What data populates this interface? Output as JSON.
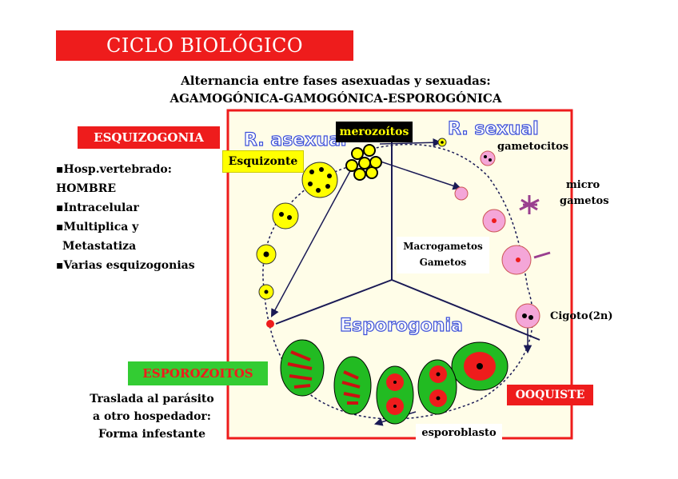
{
  "title": "CICLO BIOLÓGICO GENERAL",
  "subtitle_line1": "Alternancia entre fases asexuadas y sexuadas:",
  "subtitle_line2": "AGAMOGÓNICA-GAMOGÓNICA-ESPOROGÓNICA",
  "esquizogonia": {
    "heading": "ESQUIZOGONIA",
    "bullets": [
      "▪Hosp.vertebrado:",
      "HOMBRE",
      "▪Intracelular",
      "▪Multiplica y",
      "  Metastatiza",
      "▪Varias esquizogonias"
    ]
  },
  "esporozoitos": {
    "heading": "ESPOROZOITOS",
    "note": [
      "Traslada al parásito",
      "a otro hospedador:",
      "Forma infestante"
    ]
  },
  "diagram": {
    "phase_asexual": "R. asexual",
    "phase_sexual": "R. sexual",
    "phase_sporogony": "Esporogonia",
    "merozoitos": "merozoítos",
    "esquizonte": "Esquizonte",
    "gametocitos": "gametocitos",
    "microgametos_1": "micro",
    "microgametos_2": "gametos",
    "macrogametos_1": "Macrogametos",
    "macrogametos_2": "Gametos",
    "cigoto": "Cigoto(2n)",
    "ooquiste": "OOQUISTE",
    "esporoblasto": "esporoblasto"
  },
  "colors": {
    "accent_red": "#ee1c1c",
    "yellow": "#ffff00",
    "green": "#33cc33",
    "pink": "#f4a6d8",
    "panel_bg": "#fffde8"
  }
}
